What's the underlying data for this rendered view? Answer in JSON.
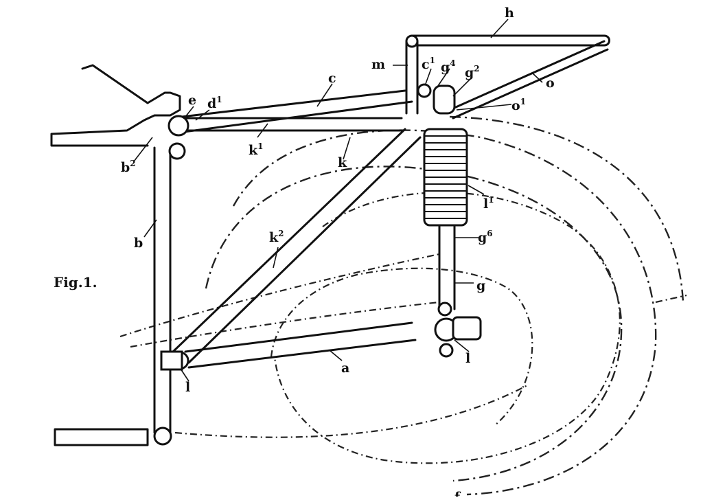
{
  "figure": {
    "caption": "Fig.1.",
    "labels": [
      {
        "id": "h",
        "base": "h",
        "sup": ""
      },
      {
        "id": "m",
        "base": "m",
        "sup": ""
      },
      {
        "id": "c1",
        "base": "c",
        "sup": "1"
      },
      {
        "id": "g4",
        "base": "g",
        "sup": "4"
      },
      {
        "id": "g2",
        "base": "g",
        "sup": "2"
      },
      {
        "id": "o",
        "base": "o",
        "sup": ""
      },
      {
        "id": "o1",
        "base": "o",
        "sup": "1"
      },
      {
        "id": "c",
        "base": "c",
        "sup": ""
      },
      {
        "id": "e",
        "base": "e",
        "sup": ""
      },
      {
        "id": "d1",
        "base": "d",
        "sup": "1"
      },
      {
        "id": "k1",
        "base": "k",
        "sup": "1"
      },
      {
        "id": "k",
        "base": "k",
        "sup": ""
      },
      {
        "id": "b2",
        "base": "b",
        "sup": "2"
      },
      {
        "id": "b",
        "base": "b",
        "sup": ""
      },
      {
        "id": "k2",
        "base": "k",
        "sup": "2"
      },
      {
        "id": "l1",
        "base": "l",
        "sup": "1"
      },
      {
        "id": "g6",
        "base": "g",
        "sup": "6"
      },
      {
        "id": "g",
        "base": "g",
        "sup": ""
      },
      {
        "id": "a",
        "base": "a",
        "sup": ""
      },
      {
        "id": "l-left",
        "base": "l",
        "sup": ""
      },
      {
        "id": "l-right",
        "base": "l",
        "sup": ""
      },
      {
        "id": "f",
        "base": "f",
        "sup": ""
      }
    ]
  }
}
